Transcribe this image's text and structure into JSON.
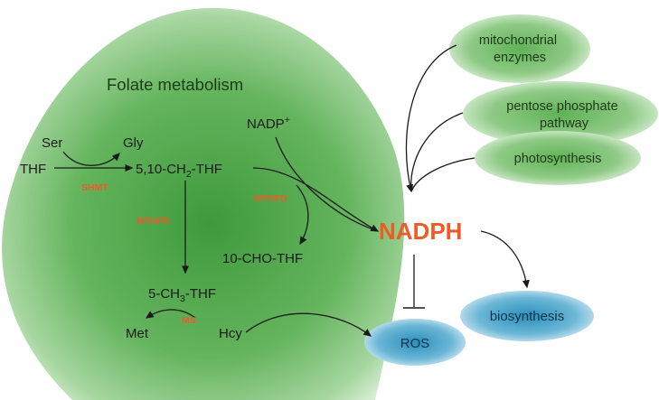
{
  "colors": {
    "folate_region": "#4fa84a",
    "source_oval": "#62b35c",
    "product_oval": "#2c8fb8",
    "enzyme_text": "#f05a28",
    "nadph_text": "#f05a28",
    "arrow": "#1a1a1a"
  },
  "folate": {
    "title": "Folate metabolism",
    "metabolites": {
      "ser": "Ser",
      "gly": "Gly",
      "thf": "THF",
      "methylene_thf": [
        "5,10-CH",
        "2",
        "-THF"
      ],
      "formyl_thf": "10-CHO-THF",
      "methyl_thf": [
        "5-CH",
        "3",
        "-THF"
      ],
      "met": "Met",
      "hcy": "Hcy",
      "nadp": [
        "NADP",
        "+"
      ]
    },
    "enzymes": {
      "shmt": "SHMT",
      "mthfd": "MTHFD",
      "mthfr": "MTHFR",
      "ms": "MS"
    }
  },
  "sources": [
    {
      "id": "mito",
      "lines": [
        "mitochondrial",
        "enzymes"
      ]
    },
    {
      "id": "ppp",
      "lines": [
        "pentose phosphate",
        "pathway"
      ]
    },
    {
      "id": "photo",
      "lines": [
        "photosynthesis"
      ]
    }
  ],
  "nadph": "NADPH",
  "outputs": {
    "biosynthesis": "biosynthesis",
    "ros": "ROS"
  }
}
